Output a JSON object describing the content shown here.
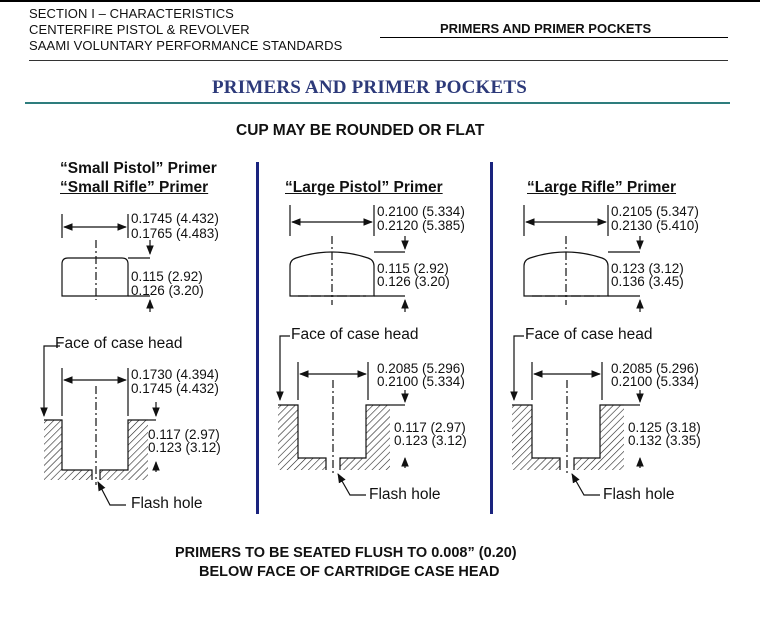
{
  "header": {
    "line1": "SECTION I – CHARACTERISTICS",
    "line2": "CENTERFIRE PISTOL & REVOLVER",
    "line3": "SAAMI VOLUNTARY PERFORMANCE STANDARDS",
    "right_title": "PRIMERS AND PRIMER POCKETS"
  },
  "title": "PRIMERS AND PRIMER POCKETS",
  "subtitle": "CUP MAY BE ROUNDED OR FLAT",
  "columns": [
    {
      "heading_line1": "“Small Pistol” Primer",
      "heading_line2": "“Small Rifle” Primer",
      "primer_dia_min": "0.1745 (4.432)",
      "primer_dia_max": "0.1765 (4.483)",
      "primer_ht_min": "0.115 (2.92)",
      "primer_ht_max": "0.126 (3.20)",
      "face_label": "Face of case head",
      "pocket_dia_min": "0.1730 (4.394)",
      "pocket_dia_max": "0.1745 (4.432)",
      "pocket_depth_min": "0.117 (2.97)",
      "pocket_depth_max": "0.123 (3.12)",
      "flash_label": "Flash hole"
    },
    {
      "heading_line1": "“Large Pistol” Primer",
      "primer_dia_min": "0.2100 (5.334)",
      "primer_dia_max": "0.2120 (5.385)",
      "primer_ht_min": "0.115 (2.92)",
      "primer_ht_max": "0.126 (3.20)",
      "face_label": "Face of case head",
      "pocket_dia_min": "0.2085 (5.296)",
      "pocket_dia_max": "0.2100 (5.334)",
      "pocket_depth_min": "0.117 (2.97)",
      "pocket_depth_max": "0.123 (3.12)",
      "flash_label": "Flash hole"
    },
    {
      "heading_line1": "“Large Rifle” Primer",
      "primer_dia_min": "0.2105 (5.347)",
      "primer_dia_max": "0.2130 (5.410)",
      "primer_ht_min": "0.123 (3.12)",
      "primer_ht_max": "0.136 (3.45)",
      "face_label": "Face of case head",
      "pocket_dia_min": "0.2085 (5.296)",
      "pocket_dia_max": "0.2100 (5.334)",
      "pocket_depth_min": "0.125 (3.18)",
      "pocket_depth_max": "0.132 (3.35)",
      "flash_label": "Flash hole"
    }
  ],
  "footer_line1": "PRIMERS TO BE SEATED FLUSH TO 0.008” (0.20)",
  "footer_line2": "BELOW FACE OF CARTRIDGE CASE HEAD",
  "colors": {
    "title": "#2d3a7a",
    "divider": "#1a237e",
    "rule_teal": "#2e7d7d",
    "ink": "#111111"
  }
}
